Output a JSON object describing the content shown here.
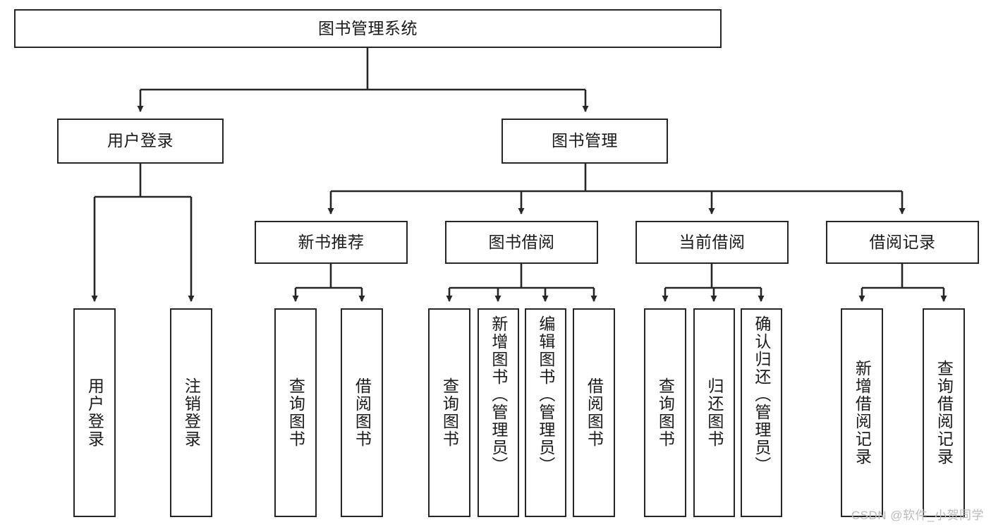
{
  "diagram": {
    "type": "tree-hierarchy-flowchart",
    "title": "图书管理系统",
    "watermark": "CSDN @软件_小贺同学",
    "colors": {
      "box_border": "#262626",
      "box_fill": "#ffffff",
      "connector": "#262626",
      "text": "#1a1a1a",
      "watermark": "#b9b9b9",
      "background": "#ffffff"
    },
    "root": {
      "label": "图书管理系统",
      "orientation": "horizontal"
    },
    "level2": [
      {
        "label": "用户登录",
        "orientation": "horizontal"
      },
      {
        "label": "图书管理",
        "orientation": "horizontal"
      }
    ],
    "level3": [
      {
        "label": "新书推荐",
        "orientation": "horizontal"
      },
      {
        "label": "图书借阅",
        "orientation": "horizontal"
      },
      {
        "label": "当前借阅",
        "orientation": "horizontal"
      },
      {
        "label": "借阅记录",
        "orientation": "horizontal"
      }
    ],
    "leaves": {
      "user_login": [
        {
          "label": "用户登录",
          "orientation": "vertical"
        },
        {
          "label": "注销登录",
          "orientation": "vertical"
        }
      ],
      "new_book_recommend": [
        {
          "label": "查询图书",
          "orientation": "vertical"
        },
        {
          "label": "借阅图书",
          "orientation": "vertical"
        }
      ],
      "book_borrow": [
        {
          "label": "查询图书",
          "orientation": "vertical"
        },
        {
          "label": "新增图书（管理员）",
          "orientation": "vertical"
        },
        {
          "label": "编辑图书（管理员）",
          "orientation": "vertical"
        },
        {
          "label": "借阅图书",
          "orientation": "vertical"
        }
      ],
      "current_borrow": [
        {
          "label": "查询图书",
          "orientation": "vertical"
        },
        {
          "label": "归还图书",
          "orientation": "vertical"
        },
        {
          "label": "确认归还（管理员）",
          "orientation": "vertical"
        }
      ],
      "borrow_record": [
        {
          "label": "新增借阅记录",
          "orientation": "vertical"
        },
        {
          "label": "查询借阅记录",
          "orientation": "vertical"
        }
      ]
    }
  }
}
